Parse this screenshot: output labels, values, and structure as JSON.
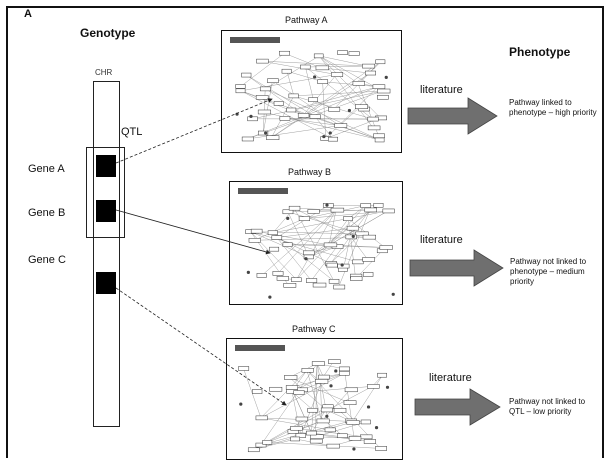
{
  "figure": {
    "panel_label": "A",
    "genotype_heading": "Genotype",
    "phenotype_heading": "Phenotype",
    "chromosome_label": "CHR",
    "qtl_label": "QTL",
    "genes": [
      {
        "label": "Gene A"
      },
      {
        "label": "Gene B"
      },
      {
        "label": "Gene C"
      }
    ],
    "pathways": [
      {
        "title": "Pathway A",
        "literature": "literature",
        "outcome": "Pathway linked to phenotype – high priority"
      },
      {
        "title": "Pathway B",
        "literature": "literature",
        "outcome": "Pathway not linked to phenotype – medium priority"
      },
      {
        "title": "Pathway C",
        "literature": "literature",
        "outcome": "Pathway not linked to QTL – low priority"
      }
    ],
    "colors": {
      "arrow_fill": "#6f6f6f",
      "arrow_stroke": "#444444",
      "band": "#000000",
      "line": "#222222"
    }
  }
}
